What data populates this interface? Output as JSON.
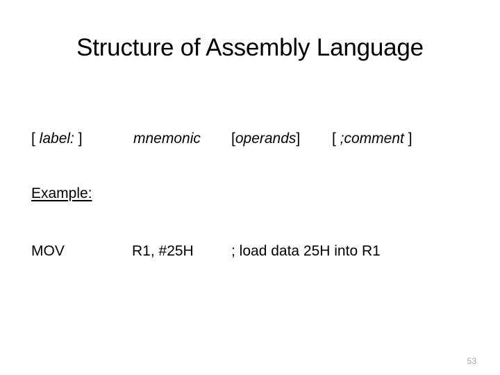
{
  "slide": {
    "title": "Structure of Assembly Language",
    "syntax": {
      "label_open": "[ ",
      "label_text": "label:",
      "label_close": " ]",
      "mnemonic": "mnemonic",
      "operands_open": "[",
      "operands_text": "operands",
      "operands_close": "]",
      "comment_open": "[ ",
      "comment_text": ";comment",
      "comment_close": " ]"
    },
    "example_heading": "Example:",
    "instruction": {
      "mnemonic": "MOV",
      "operands": "R1, #25H",
      "comment": "; load data 25H into R1"
    },
    "slide_number": "53",
    "colors": {
      "background": "#ffffff",
      "text": "#000000",
      "slide_number": "#a6a6a6"
    }
  }
}
